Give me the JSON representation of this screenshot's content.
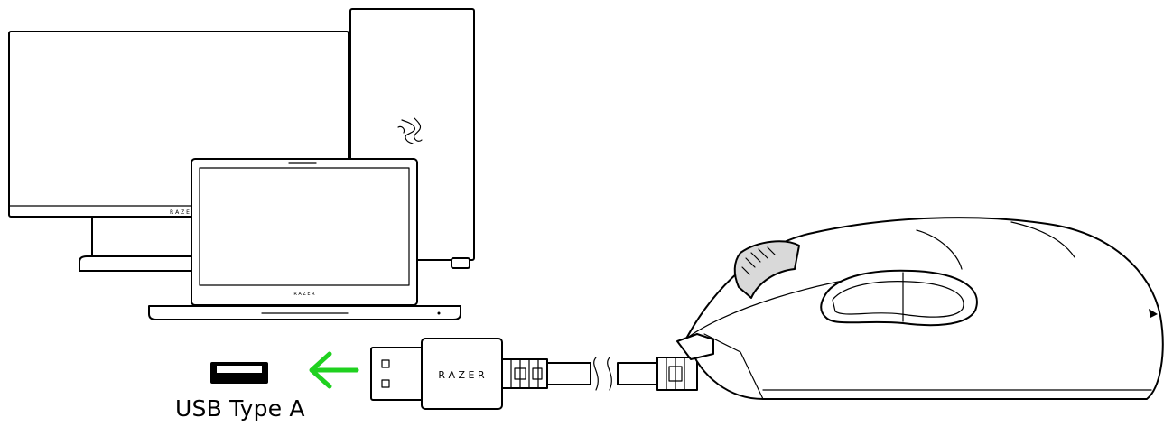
{
  "labels": {
    "usb_port_caption": "USB Type A",
    "monitor_brand": "R A Z E R",
    "laptop_brand": "R A Z E R",
    "cable_brand": "R A Z E R"
  },
  "colors": {
    "arrow": "#1fd11f",
    "line": "#000000",
    "background": "#ffffff"
  },
  "icons": {
    "arrow": "left-arrow-icon",
    "port": "usb-port-icon"
  }
}
